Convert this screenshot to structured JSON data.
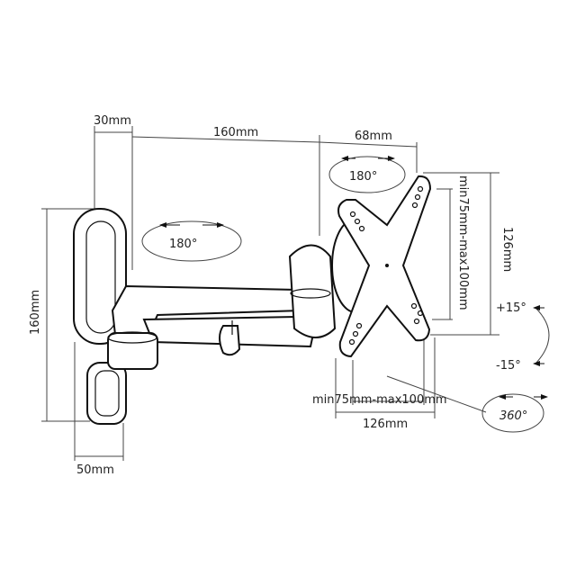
{
  "diagram": {
    "subject": "wall-mount-monitor-arm",
    "dimensions": {
      "wall_offset": "30mm",
      "arm_length": "160mm",
      "head_depth": "68mm",
      "wall_plate_height": "160mm",
      "wall_plate_width": "50mm",
      "plate_height": "126mm",
      "plate_width": "126mm",
      "vesa_vertical": "min75mm-max100mm",
      "vesa_horizontal": "min75mm-max100mm"
    },
    "rotations": {
      "arm_swivel": "180°",
      "head_swivel": "180°",
      "tilt_up": "+15°",
      "tilt_down": "-15°",
      "rotation": "360°"
    }
  }
}
